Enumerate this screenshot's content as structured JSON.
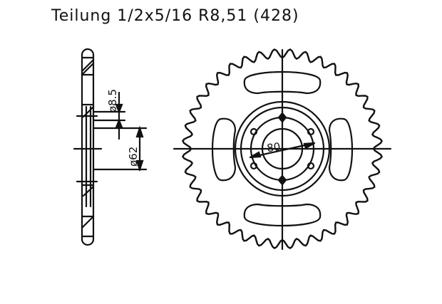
{
  "title": "Teilung 1/2x5/16 R8,51 (428)",
  "side_view": {
    "bolt_hole_label": "Ø8,5",
    "bolt_hole_text": "ø8.5",
    "center_bore_label": "Ø62",
    "center_bore_text": "ø62"
  },
  "front_view": {
    "pcd_label": "80",
    "teeth_count": 40,
    "bolt_holes": 4,
    "mount_holes": 2,
    "cutouts": 4
  },
  "colors": {
    "line": "#111111",
    "background": "#ffffff"
  }
}
